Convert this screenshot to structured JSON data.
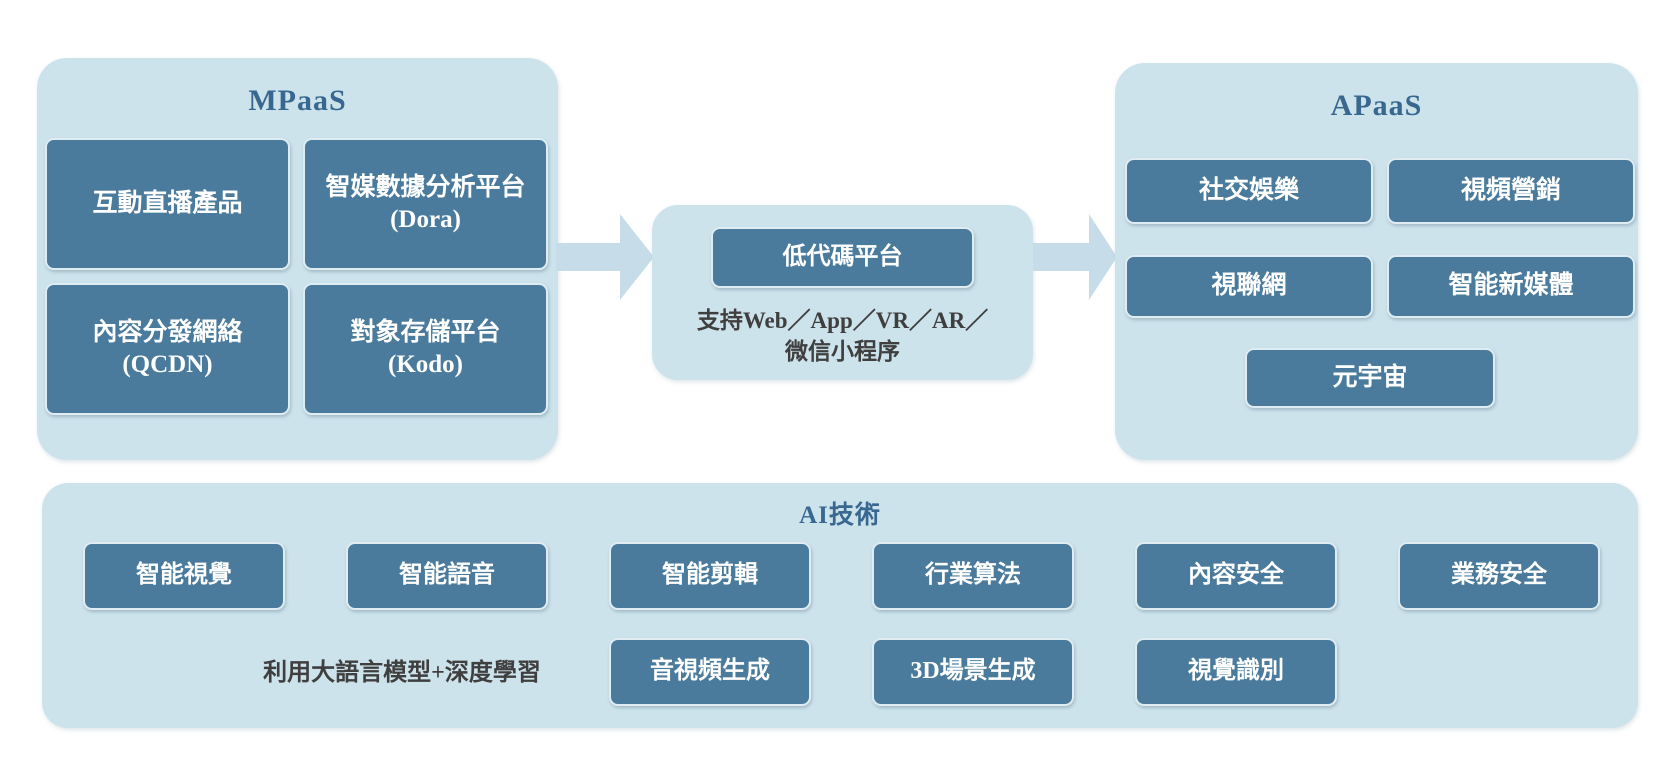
{
  "colors": {
    "panel_bg": "#cde3ec",
    "box_bg": "#4a7b9c",
    "box_border": "#dfecf2",
    "arrow": "#c6dde9",
    "title_text": "#38678f",
    "box_text": "#ffffff",
    "caption_text": "#3f3f3f"
  },
  "mpaas": {
    "title": "MPaaS",
    "boxes": [
      {
        "line1": "互動直播產品",
        "line2": ""
      },
      {
        "line1": "智媒數據分析平台",
        "line2": "(Dora)"
      },
      {
        "line1": "內容分發網絡",
        "line2": "(QCDN)"
      },
      {
        "line1": "對象存儲平台",
        "line2": "(Kodo)"
      }
    ]
  },
  "lowcode": {
    "box_label": "低代碼平台",
    "caption_line1": "支持Web／App／VR／AR／",
    "caption_line2": "微信小程序"
  },
  "apaas": {
    "title": "APaaS",
    "boxes": [
      "社交娛樂",
      "視頻營銷",
      "視聯網",
      "智能新媒體",
      "元宇宙"
    ]
  },
  "ai": {
    "title": "AI技術",
    "row1": [
      "智能視覺",
      "智能語音",
      "智能剪輯",
      "行業算法",
      "內容安全",
      "業務安全"
    ],
    "row2_caption": "利用大語言模型+深度學習",
    "row2": [
      "音視頻生成",
      "3D場景生成",
      "視覺識別"
    ]
  }
}
